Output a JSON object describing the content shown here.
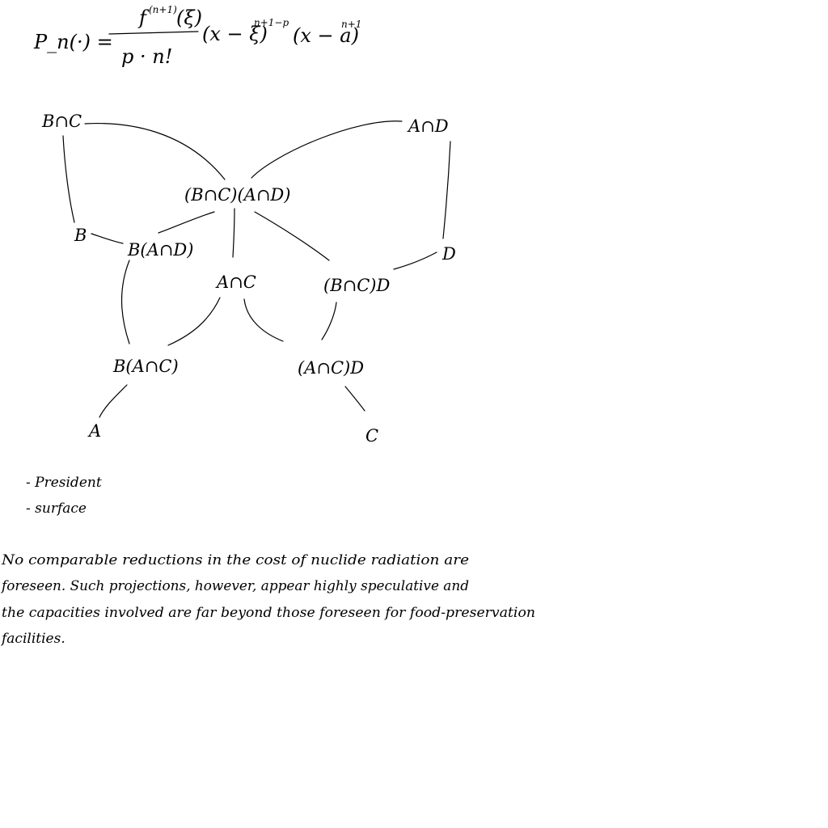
{
  "formula": {
    "lhs": "P_n(·) =",
    "numerator": "f^(n+1)(ξ)",
    "numerator_main": "f",
    "numerator_sup": "(n+1)",
    "numerator_tail": "(ξ)",
    "denominator": "p · n!",
    "factor_1": "(x − ξ)",
    "factor_1_sup": "n+1−p",
    "factor_2": "(x − a)",
    "factor_2_sup": "n+1"
  },
  "diagram": {
    "nodes": [
      {
        "id": "b-cap-c",
        "label": "B∩C"
      },
      {
        "id": "a-cap-d",
        "label": "A∩D"
      },
      {
        "id": "center",
        "label": "(B∩C)(A∩D)"
      },
      {
        "id": "b",
        "label": "B"
      },
      {
        "id": "b-a-cap-d",
        "label": "B(A∩D)"
      },
      {
        "id": "d",
        "label": "D"
      },
      {
        "id": "a-cap-c",
        "label": "A∩C"
      },
      {
        "id": "b-cap-c-d",
        "label": "(B∩C)D"
      },
      {
        "id": "b-a-cap-c",
        "label": "B(A∩C)"
      },
      {
        "id": "a-cap-c-d",
        "label": "(A∩C)D"
      },
      {
        "id": "a",
        "label": "A"
      },
      {
        "id": "c",
        "label": "C"
      }
    ],
    "edges": [
      [
        "b-cap-c",
        "center"
      ],
      [
        "a-cap-d",
        "center"
      ],
      [
        "b-cap-c",
        "b"
      ],
      [
        "a-cap-d",
        "d"
      ],
      [
        "b",
        "b-a-cap-d"
      ],
      [
        "center",
        "b-a-cap-d"
      ],
      [
        "center",
        "a-cap-c"
      ],
      [
        "center",
        "b-cap-c-d"
      ],
      [
        "d",
        "b-cap-c-d"
      ],
      [
        "b-a-cap-d",
        "b-a-cap-c"
      ],
      [
        "a-cap-c",
        "b-a-cap-c"
      ],
      [
        "a-cap-c",
        "a-cap-c-d"
      ],
      [
        "b-cap-c-d",
        "a-cap-c-d"
      ],
      [
        "b-a-cap-c",
        "a"
      ],
      [
        "a-cap-c-d",
        "c"
      ]
    ]
  },
  "notes": [
    "- President",
    "- surface"
  ],
  "paragraph": [
    "No comparable reductions in the cost of nuclide radiation are",
    "foreseen. Such projections, however, appear highly speculative and",
    "the capacities involved are far beyond those foreseen for food-preservation",
    "facilities."
  ]
}
